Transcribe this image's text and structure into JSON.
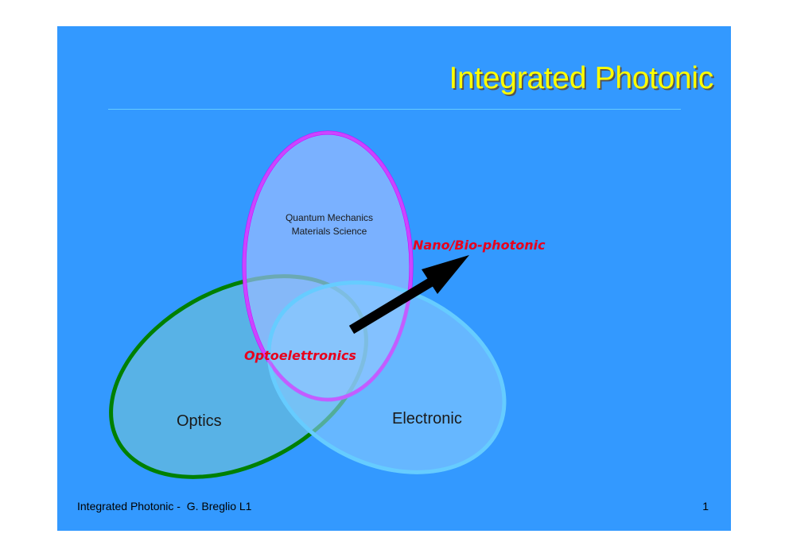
{
  "slide": {
    "title": "Integrated Photonic",
    "footer": "Integrated Photonic -  G. Breglio L1",
    "page_number": "1"
  },
  "diagram": {
    "sets": [
      {
        "id": "optics",
        "label": "Optics",
        "stroke": "#008000",
        "fill": "#66bbdd"
      },
      {
        "id": "quantum",
        "label_lines": [
          "Quantum Mechanics",
          "Materials Science"
        ],
        "stroke": "#cc00ff",
        "fill": "#88aaff"
      },
      {
        "id": "electronic",
        "label": "Electronic",
        "stroke": "#66ccff",
        "fill": "#77c4ff"
      }
    ],
    "intersection_label": "Optoelettronics",
    "arrow_label": "Nano/Bio-photonic",
    "colors": {
      "background": "#3399ff",
      "title": "#ffff00",
      "highlight_text": "#e8001c",
      "arrow": "#000000"
    }
  }
}
